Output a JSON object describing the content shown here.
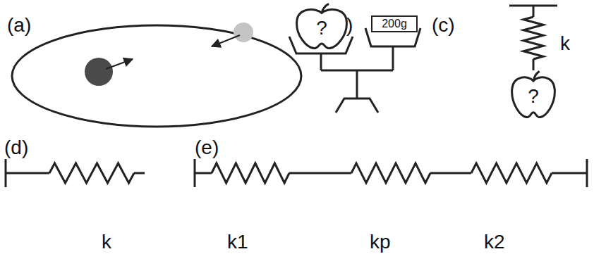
{
  "diagram": {
    "nodes": [
      {
        "text": [
          "?"
        ]
      },
      {
        "text": [
          "200g"
        ]
      },
      {
        "text": [
          "?"
        ]
      }
    ],
    "labels": [
      "(a)",
      "(b)",
      "(c)",
      "k",
      "(d)",
      "(e)",
      "k",
      "k1",
      "kp",
      "k2"
    ]
  }
}
